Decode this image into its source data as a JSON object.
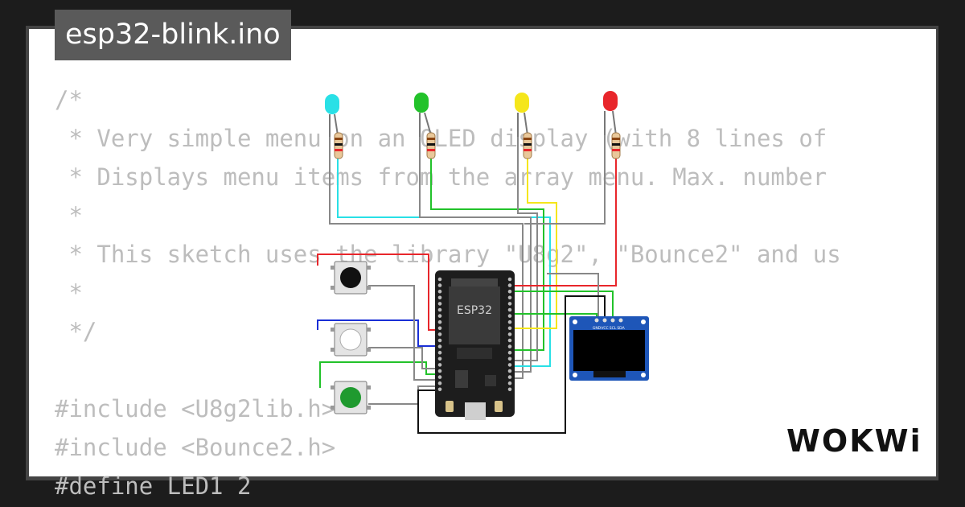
{
  "window": {
    "title": "esp32-blink.ino"
  },
  "code_lines": [
    "/*",
    " * Very simple menu on an OLED display (with 8 lines of",
    " * Displays menu items from the array menu. Max. number",
    " *",
    " * This sketch uses the library \"U8g2\", \"Bounce2\" and us",
    " *",
    " */",
    "",
    "#include <U8g2lib.h>",
    "#include <Bounce2.h>",
    "#define LED1 2"
  ],
  "circuit": {
    "mcu_label": "ESP32",
    "oled_pin_labels": [
      "GND",
      "VCC",
      "SCL",
      "SDA"
    ],
    "led_colors": [
      "#29e0e6",
      "#22c22a",
      "#f5e61b",
      "#e8262b"
    ],
    "button_cap_colors": [
      "#111111",
      "#ffffff",
      "#1f9a2f"
    ]
  },
  "brand": {
    "logo_text": "WOKWi"
  }
}
